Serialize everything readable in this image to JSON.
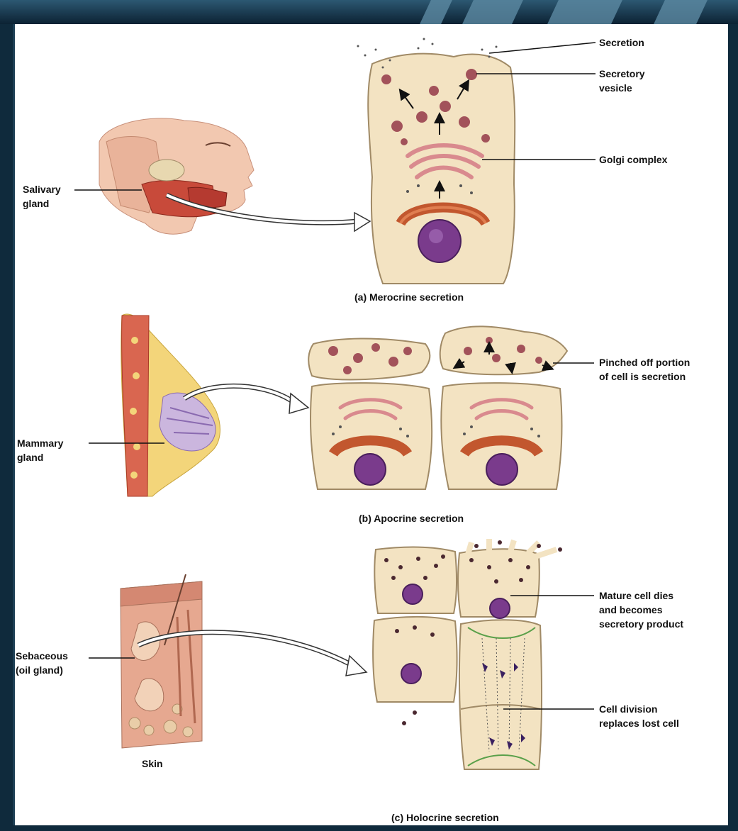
{
  "merocrine": {
    "caption": "(a) Merocrine secretion",
    "labels": {
      "secretion": "Secretion",
      "secretory_vesicle": [
        "Secretory",
        "vesicle"
      ],
      "golgi": "Golgi complex",
      "salivary": [
        "Salivary",
        "gland"
      ]
    }
  },
  "apocrine": {
    "caption": "(b) Apocrine secretion",
    "labels": {
      "pinched": [
        "Pinched off portion",
        "of cell is secretion"
      ],
      "mammary": [
        "Mammary",
        "gland"
      ]
    }
  },
  "holocrine": {
    "caption": "(c) Holocrine secretion",
    "labels": {
      "mature": [
        "Mature cell dies",
        "and becomes",
        "secretory product"
      ],
      "division": [
        "Cell division",
        "replaces lost cell"
      ],
      "sebaceous": [
        "Sebaceous",
        "(oil gland)"
      ],
      "skin": "Skin"
    }
  },
  "colors": {
    "cell_fill": "#f3e3c2",
    "cell_stroke": "#a08a66",
    "nucleus": "#7a3b8c",
    "golgi": "#d98a8e",
    "er": "#c2572e",
    "vesicle": "#a2525a",
    "frame": "#0f2a3c"
  }
}
